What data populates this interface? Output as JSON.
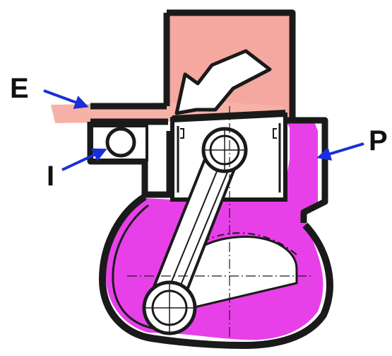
{
  "labels": {
    "exhaust": "E",
    "intake": "I",
    "transfer": "P"
  },
  "colors": {
    "cylinder_gas": "#f5a8a0",
    "exhaust_flow": "#f7b2a8",
    "crankcase_charge": "#e840e8",
    "body_outline": "#1a1a1a",
    "label_arrow": "#1a2fd8",
    "flow_arrow_fill": "#ffffff"
  }
}
